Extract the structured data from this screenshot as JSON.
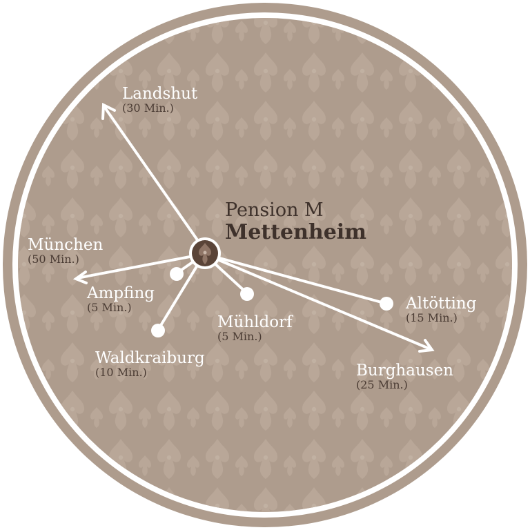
{
  "title": {
    "line1": "Pension M",
    "line2": "Mettenheim"
  },
  "destinations": [
    {
      "id": "landshut",
      "name": "Landshut",
      "time": "(30 Min.)",
      "marker": "arrow"
    },
    {
      "id": "muenchen",
      "name": "München",
      "time": "(50 Min.)",
      "marker": "arrow"
    },
    {
      "id": "ampfing",
      "name": "Ampfing",
      "time": "(5 Min.)",
      "marker": "dot"
    },
    {
      "id": "waldkraiburg",
      "name": "Waldkraiburg",
      "time": "(10 Min.)",
      "marker": "dot"
    },
    {
      "id": "muehldorf",
      "name": "Mühldorf",
      "time": "(5 Min.)",
      "marker": "dot"
    },
    {
      "id": "altoetting",
      "name": "Altötting",
      "time": "(15 Min.)",
      "marker": "dot"
    },
    {
      "id": "burghausen",
      "name": "Burghausen",
      "time": "(25 Min.)",
      "marker": "arrow"
    }
  ],
  "colors": {
    "disc": "#ae9c8d",
    "pattern": "#bcab9c",
    "ring": "#ffffff",
    "lines": "#ffffff",
    "time_text": "#4a3b33",
    "title_text": "#3e312b",
    "center_emblem": "#5a4438"
  },
  "icons": {
    "center": "ornament-emblem-icon"
  }
}
